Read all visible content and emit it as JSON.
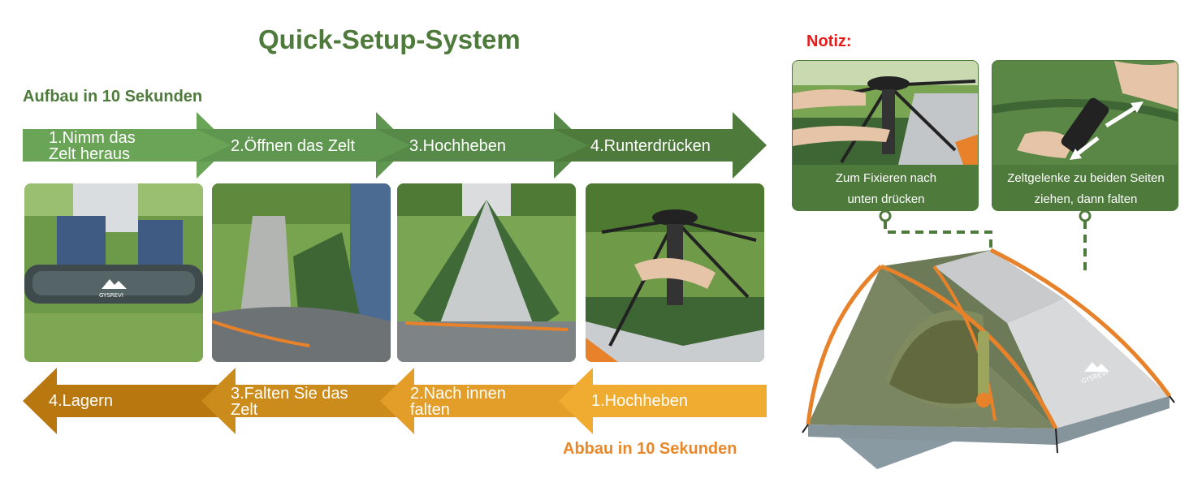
{
  "header": {
    "title": "Quick-Setup-System",
    "setup_subtitle": "Aufbau in 10 Sekunden",
    "takedown_subtitle": "Abbau in 10 Sekunden",
    "note_title": "Notiz:"
  },
  "setup_steps": [
    {
      "line1": "1.Nimm das",
      "line2": "Zelt heraus"
    },
    {
      "line1": "2.Öffnen das Zelt",
      "line2": ""
    },
    {
      "line1": "3.Hochheben",
      "line2": ""
    },
    {
      "line1": "4.Runterdrücken",
      "line2": ""
    }
  ],
  "takedown_steps": [
    {
      "line1": "4.Lagern",
      "line2": ""
    },
    {
      "line1": "3.Falten Sie das",
      "line2": "Zelt"
    },
    {
      "line1": "2.Nach innen",
      "line2": "falten"
    },
    {
      "line1": "1.Hochheben",
      "line2": ""
    }
  ],
  "notes": [
    {
      "line1": "Zum Fixieren nach",
      "line2": "unten drücken"
    },
    {
      "line1": "Zeltgelenke zu beiden Seiten",
      "line2": "ziehen, dann falten"
    }
  ],
  "brand": {
    "logo_text": "GYSREVI"
  },
  "colors": {
    "setup_green": "#4e7a3c",
    "setup_green_light": "#6da85a",
    "takedown_dark": "#b8780f",
    "takedown_light": "#f0ac30",
    "takedown_label": "#e8882a",
    "note_red": "#e81b1b",
    "tent_olive": "#6d7a58",
    "tent_orange": "#e8822a"
  }
}
